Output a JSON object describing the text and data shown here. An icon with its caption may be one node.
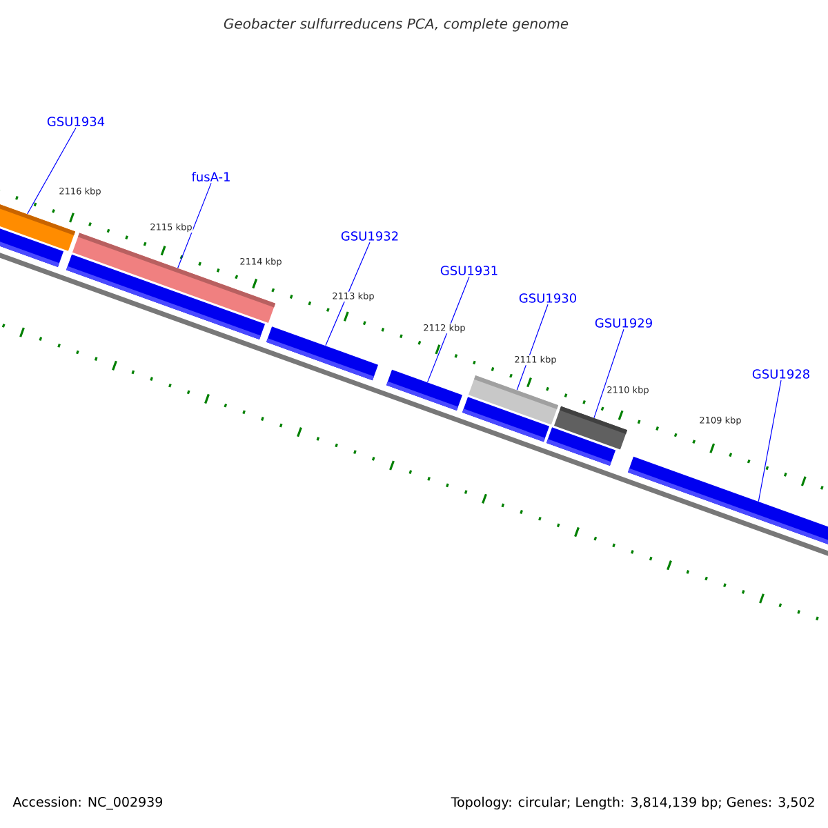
{
  "diagram": {
    "title": "Geobacter sulfurreducens PCA, complete genome",
    "nodes": [
      {
        "text": [
          "GSU1934"
        ]
      },
      {
        "text": [
          "fusA-1"
        ]
      },
      {
        "text": [
          "GSU1932"
        ]
      },
      {
        "text": [
          "GSU1931"
        ]
      },
      {
        "text": [
          "GSU1930"
        ]
      },
      {
        "text": [
          "GSU1929"
        ]
      },
      {
        "text": [
          "GSU1928"
        ]
      },
      {
        "text": [],
        "shape": "bar"
      },
      {
        "text": [],
        "shape": "bar"
      },
      {
        "text": [],
        "shape": "bar"
      },
      {
        "text": [],
        "shape": "bar"
      },
      {
        "text": [],
        "shape": "bar"
      },
      {
        "text": [],
        "shape": "bar"
      },
      {
        "text": [],
        "shape": "bar"
      },
      {
        "text": [],
        "shape": "bar"
      },
      {
        "text": [],
        "shape": "bar"
      },
      {
        "text": [],
        "shape": "bar"
      },
      {
        "text": [],
        "shape": "bar"
      }
    ],
    "edges": [
      {
        "from": 0,
        "to": 7,
        "arrow": "none"
      },
      {
        "from": 1,
        "to": 8,
        "arrow": "none"
      },
      {
        "from": 2,
        "to": 13,
        "arrow": "none"
      },
      {
        "from": 3,
        "to": 14,
        "arrow": "none"
      },
      {
        "from": 4,
        "to": 9,
        "arrow": "none"
      },
      {
        "from": 5,
        "to": 10,
        "arrow": "none"
      },
      {
        "from": 6,
        "to": 17,
        "arrow": "none"
      }
    ],
    "labels": [
      "2116 kbp",
      "2115 kbp",
      "2114 kbp",
      "2113 kbp",
      "2112 kbp",
      "2111 kbp",
      "2110 kbp",
      "2109 kbp",
      "Accession: NC_002939",
      "Topology: circular; Length: 3,814,139 bp; Genes: 3,502"
    ]
  }
}
